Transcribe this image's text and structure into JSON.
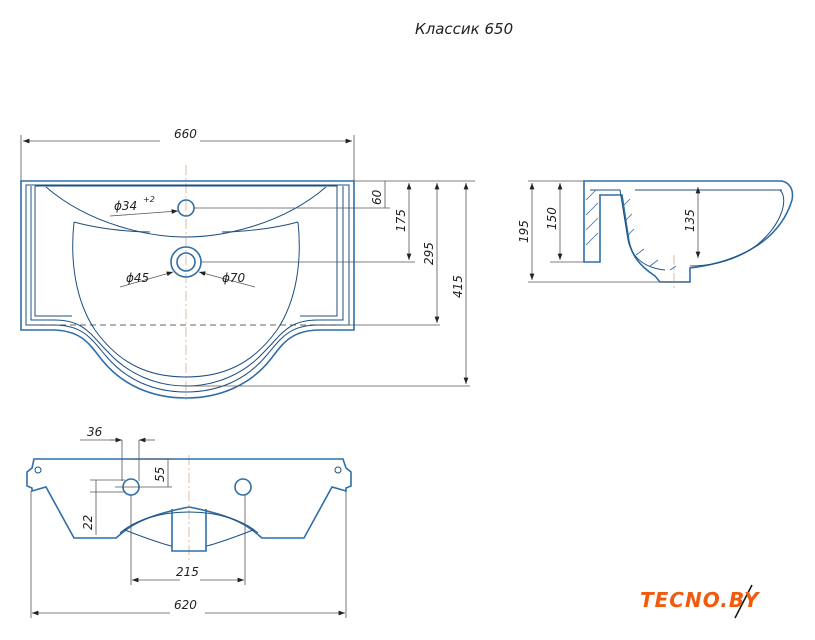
{
  "title": "Классик 650",
  "top_view": {
    "width": "660",
    "tap_hole": "ϕ34",
    "tap_hole_tol": "+2",
    "drain_inner": "ϕ45",
    "drain_outer": "ϕ70",
    "d60": "60",
    "d175": "175",
    "d295": "295",
    "d415": "415"
  },
  "side_view": {
    "d195": "195",
    "d150": "150",
    "d135": "135"
  },
  "front_view": {
    "d36": "36",
    "d55": "55",
    "d22": "22",
    "d215": "215",
    "d620": "620"
  },
  "logo": "TECNO.BY",
  "colors": {
    "line": "#2f6ea8",
    "logo": "#f25a0c"
  }
}
